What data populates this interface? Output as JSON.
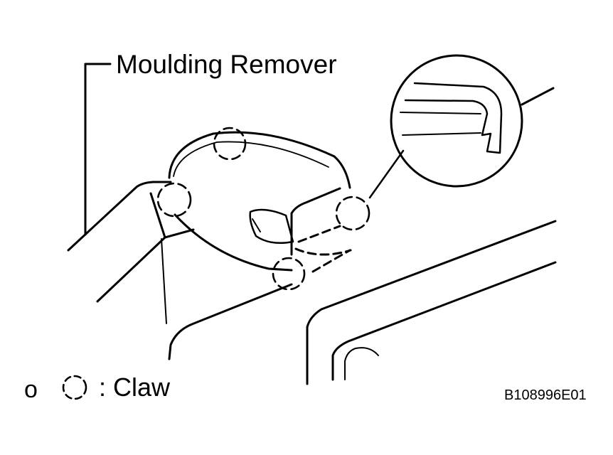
{
  "figure": {
    "tool_label": "Moulding Remover",
    "legend": {
      "bullet": "o",
      "symbol_icon": "dashed-circle-icon",
      "text": ": Claw"
    },
    "figure_code": "B108996E01",
    "stroke_color": "#000000",
    "background_color": "#ffffff"
  }
}
